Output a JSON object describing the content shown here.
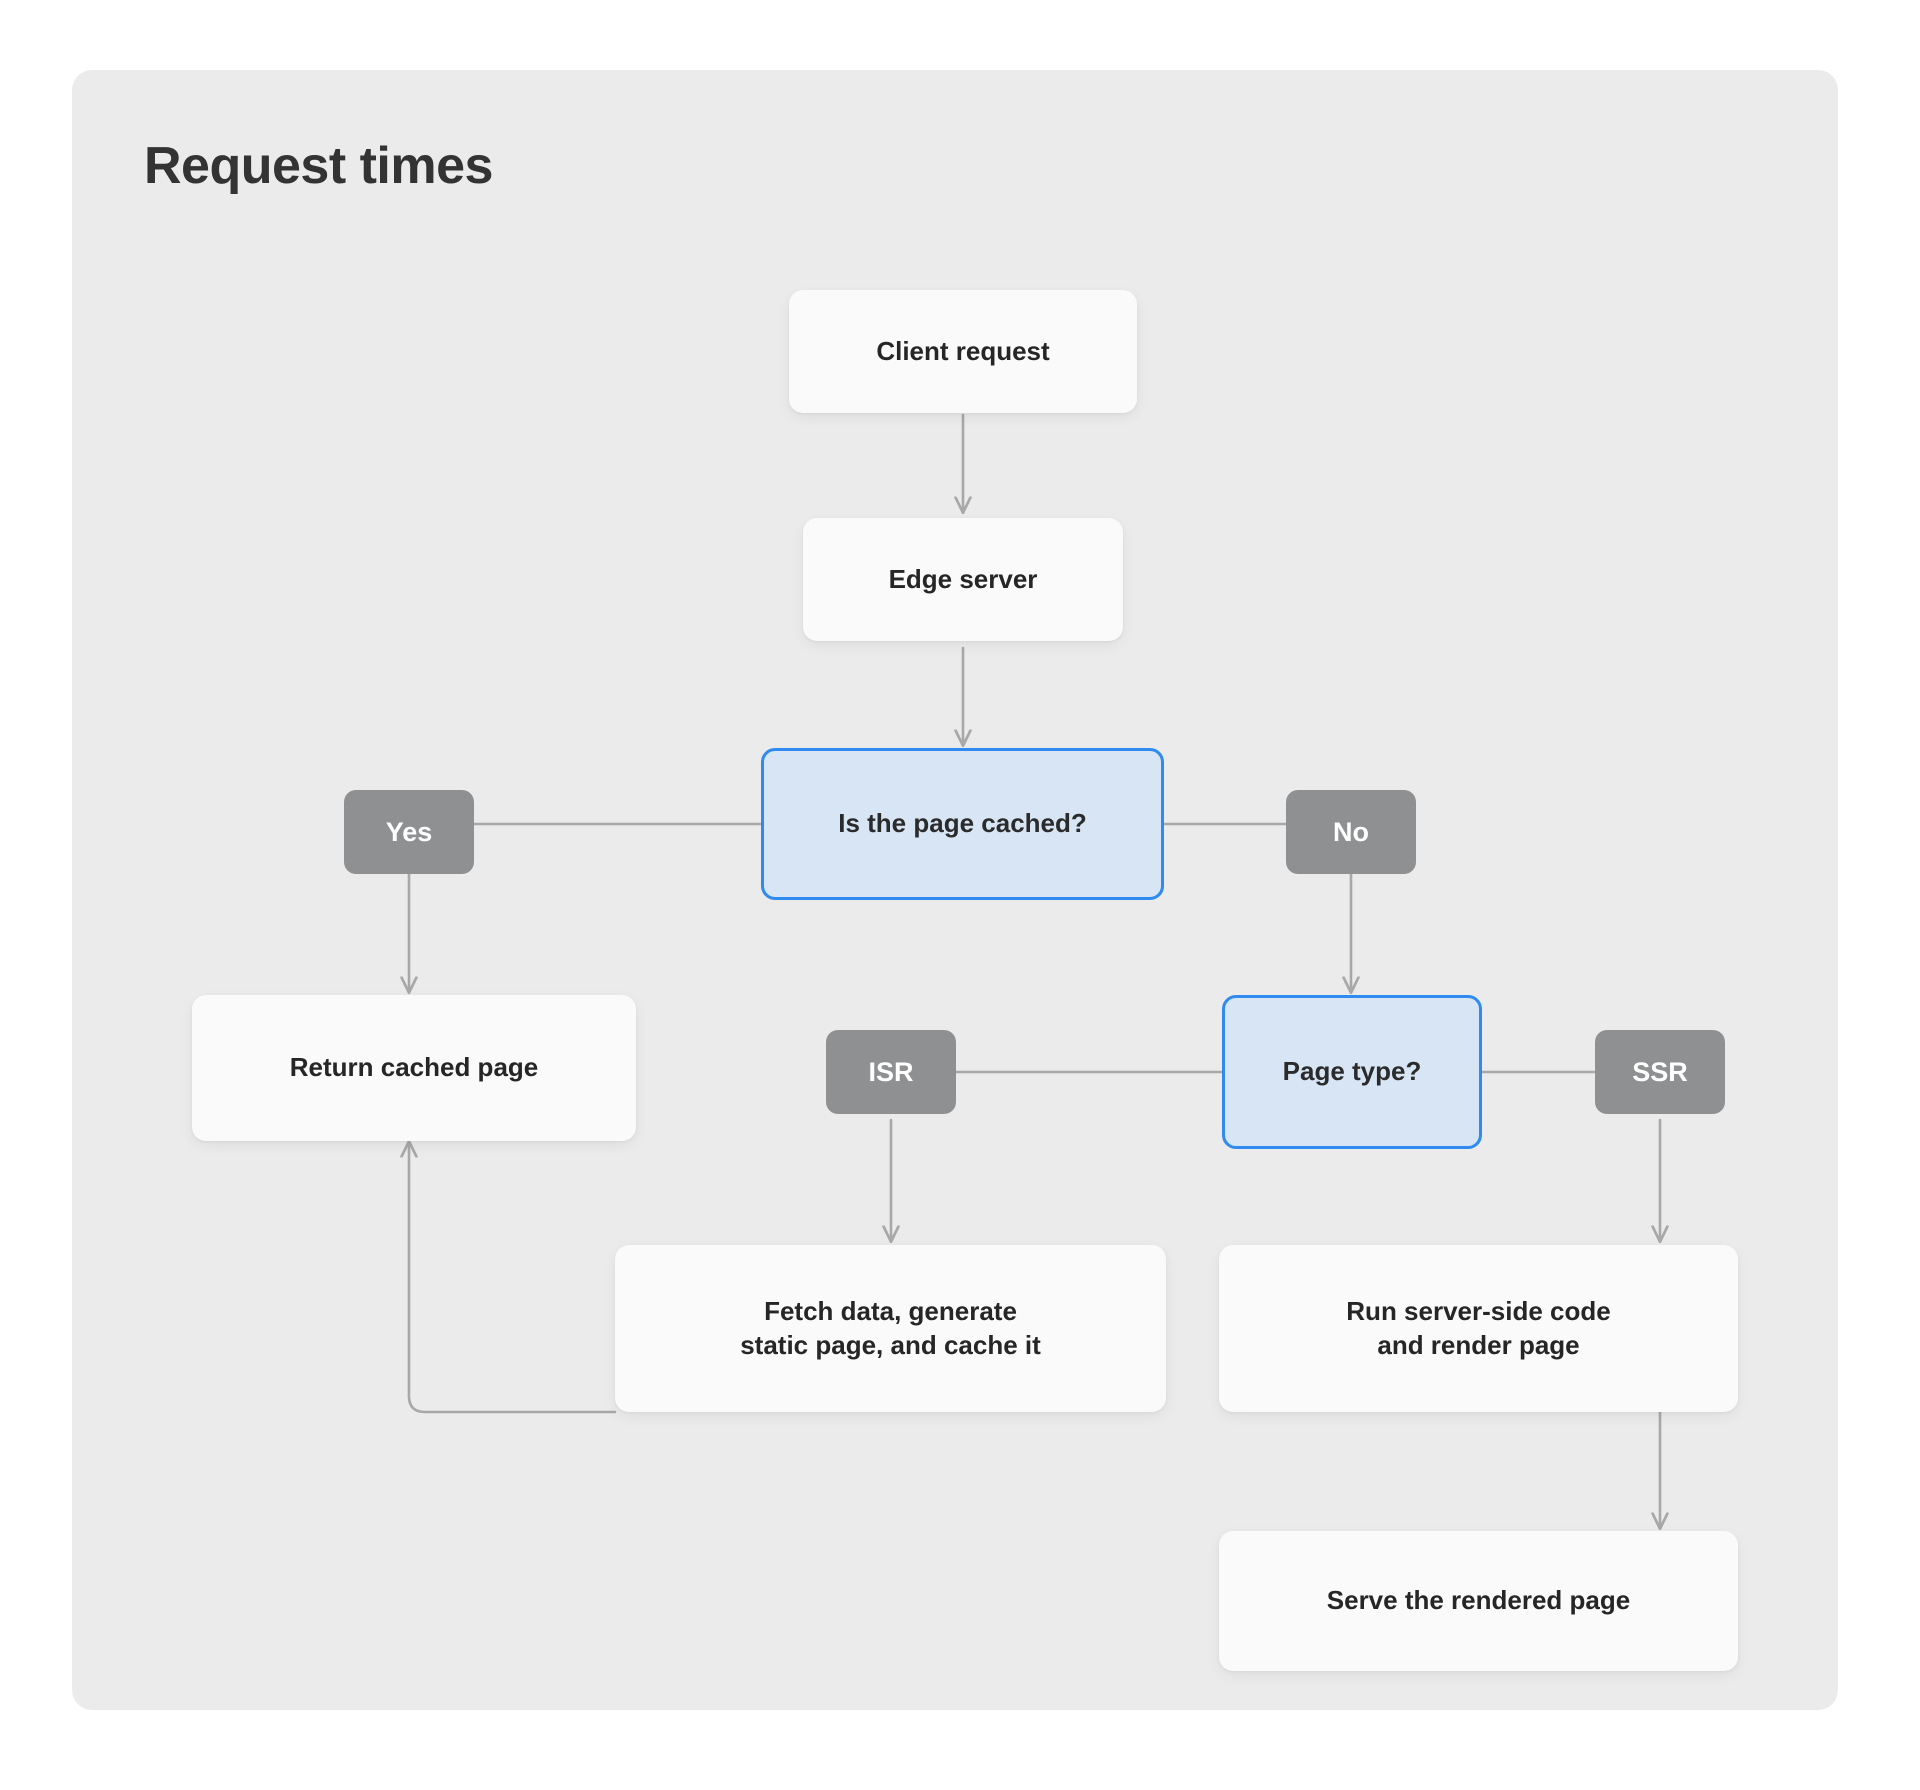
{
  "diagram": {
    "title": "Request times",
    "type": "flowchart",
    "background_color": "#ffffff",
    "panel_color": "#ebebeb",
    "accent_color": "#2f8bf0",
    "decision_fill_color": "#d7e5f5",
    "badge_color": "#8f9092",
    "node_fill_color": "#fafafa",
    "connector_color": "#a8a8a8",
    "nodes": [
      {
        "id": "client-request",
        "kind": "process",
        "label": "Client request"
      },
      {
        "id": "edge-server",
        "kind": "process",
        "label": "Edge server"
      },
      {
        "id": "is-page-cached",
        "kind": "decision",
        "label": "Is the page cached?"
      },
      {
        "id": "yes",
        "kind": "badge",
        "label": "Yes"
      },
      {
        "id": "no",
        "kind": "badge",
        "label": "No"
      },
      {
        "id": "return-cached-page",
        "kind": "process",
        "label": "Return cached page"
      },
      {
        "id": "page-type",
        "kind": "decision",
        "label": "Page type?"
      },
      {
        "id": "isr",
        "kind": "badge",
        "label": "ISR"
      },
      {
        "id": "ssr",
        "kind": "badge",
        "label": "SSR"
      },
      {
        "id": "fetch-generate-cache",
        "kind": "process",
        "label": "Fetch data, generate static page, and cache it",
        "lines": [
          "Fetch data, generate",
          "static page, and cache it"
        ]
      },
      {
        "id": "run-server-side-code",
        "kind": "process",
        "label": "Run server-side code and render page",
        "lines": [
          "Run server-side code",
          "and render page"
        ]
      },
      {
        "id": "serve-rendered-page",
        "kind": "process",
        "label": "Serve the rendered page"
      }
    ],
    "edges": [
      {
        "from": "client-request",
        "to": "edge-server",
        "label": ""
      },
      {
        "from": "edge-server",
        "to": "is-page-cached",
        "label": ""
      },
      {
        "from": "is-page-cached",
        "to": "yes",
        "label": "Yes"
      },
      {
        "from": "is-page-cached",
        "to": "no",
        "label": "No"
      },
      {
        "from": "yes",
        "to": "return-cached-page",
        "label": ""
      },
      {
        "from": "no",
        "to": "page-type",
        "label": ""
      },
      {
        "from": "page-type",
        "to": "isr",
        "label": "ISR"
      },
      {
        "from": "page-type",
        "to": "ssr",
        "label": "SSR"
      },
      {
        "from": "isr",
        "to": "fetch-generate-cache",
        "label": ""
      },
      {
        "from": "ssr",
        "to": "run-server-side-code",
        "label": ""
      },
      {
        "from": "fetch-generate-cache",
        "to": "return-cached-page",
        "label": ""
      },
      {
        "from": "run-server-side-code",
        "to": "serve-rendered-page",
        "label": ""
      }
    ]
  }
}
